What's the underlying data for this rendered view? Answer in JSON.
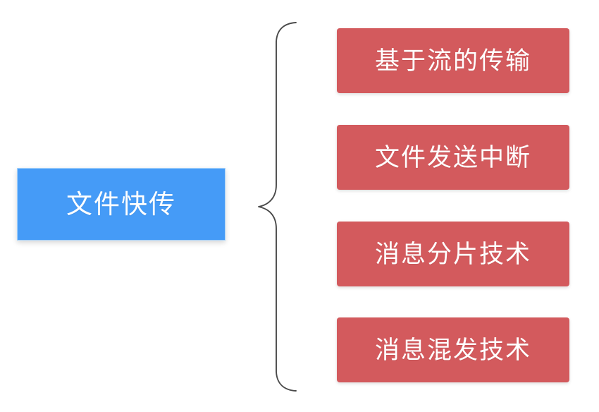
{
  "diagram": {
    "type": "brace-map",
    "background_color": "#ffffff",
    "root": {
      "label": "文件快传",
      "fill_color": "#459bf7",
      "border_color": "#a9d4fb",
      "text_color": "#ffffff"
    },
    "connector": {
      "icon_name": "curly-brace",
      "stroke_color": "#4a4a4a",
      "orientation": "left-pointing",
      "spans_children": 4
    },
    "children": [
      {
        "label": "基于流的传输",
        "fill_color": "#d35a5d",
        "text_color": "#ffffff"
      },
      {
        "label": "文件发送中断",
        "fill_color": "#d35a5d",
        "text_color": "#ffffff"
      },
      {
        "label": "消息分片技术",
        "fill_color": "#d35a5d",
        "text_color": "#ffffff"
      },
      {
        "label": "消息混发技术",
        "fill_color": "#d35a5d",
        "text_color": "#ffffff"
      }
    ]
  }
}
